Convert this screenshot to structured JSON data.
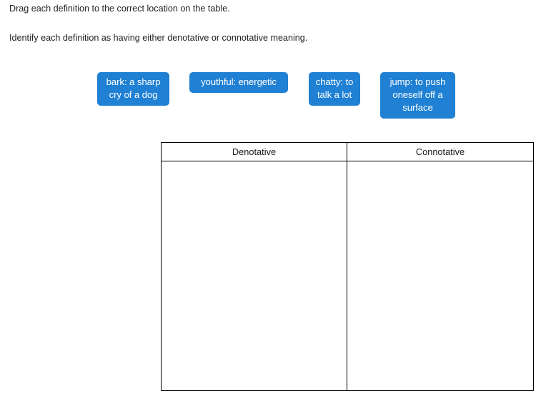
{
  "instructions": {
    "line1": "Drag each definition to the correct location on the table.",
    "line2": "Identify each definition as having either denotative or connotative meaning."
  },
  "tiles": [
    {
      "id": "tile-bark",
      "label": "bark: a sharp cry of a dog"
    },
    {
      "id": "tile-youthful",
      "label": "youthful: energetic"
    },
    {
      "id": "tile-chatty",
      "label": "chatty: to talk a lot"
    },
    {
      "id": "tile-jump",
      "label": "jump: to push oneself off a surface"
    }
  ],
  "table": {
    "headers": [
      {
        "id": "denotative",
        "label": "Denotative"
      },
      {
        "id": "connotative",
        "label": "Connotative"
      }
    ],
    "cells": [
      {
        "column": "denotative",
        "items": []
      },
      {
        "column": "connotative",
        "items": []
      }
    ]
  },
  "colors": {
    "tile_background": "#1f80d4",
    "tile_text": "#ffffff",
    "page_background": "#ffffff",
    "table_border": "#000000",
    "body_text": "#222222"
  }
}
